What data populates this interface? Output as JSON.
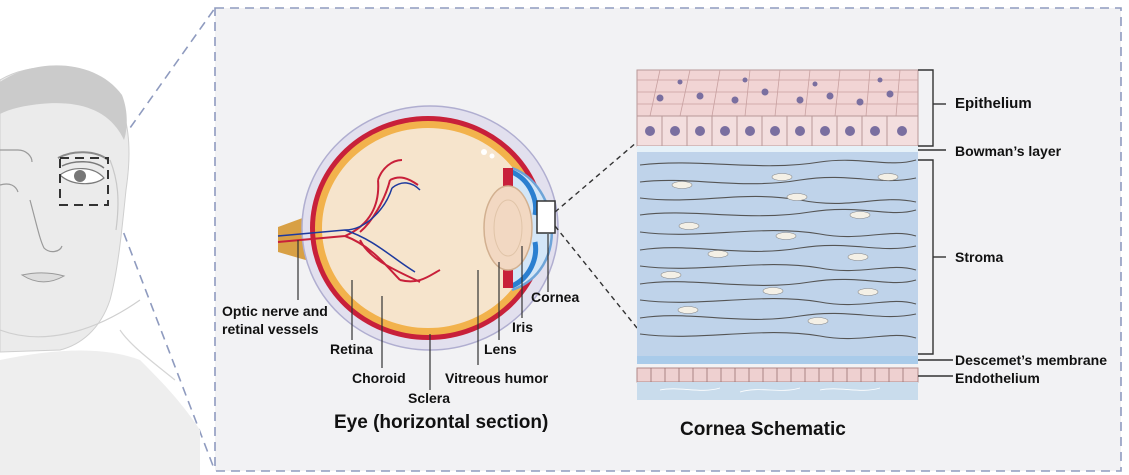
{
  "eye": {
    "title": "Eye (horizontal section)",
    "labels": {
      "optic_nerve_line1": "Optic nerve and",
      "optic_nerve_line2": "retinal vessels",
      "retina": "Retina",
      "choroid": "Choroid",
      "sclera": "Sclera",
      "vitreous": "Vitreous humor",
      "lens": "Lens",
      "iris": "Iris",
      "cornea": "Cornea"
    }
  },
  "cornea_schematic": {
    "title": "Cornea Schematic",
    "layers": {
      "epithelium": "Epithelium",
      "bowman": "Bowman’s layer",
      "stroma": "Stroma",
      "descemet": "Descemet’s membrane",
      "endothelium": "Endothelium"
    }
  },
  "colors": {
    "panel_bg": "#f2f2f4",
    "dash_border": "#8f9bbf",
    "stroma_blue": "#bfd3ea",
    "sclera_fill": "#e2e0ee",
    "choroid_red": "#c8203a",
    "retina_orange": "#f2b24c",
    "vitreous_fill": "#f6e4cc",
    "epithelium_pink": "#f1d4d4",
    "nucleus_purple": "#7a6fa0"
  }
}
